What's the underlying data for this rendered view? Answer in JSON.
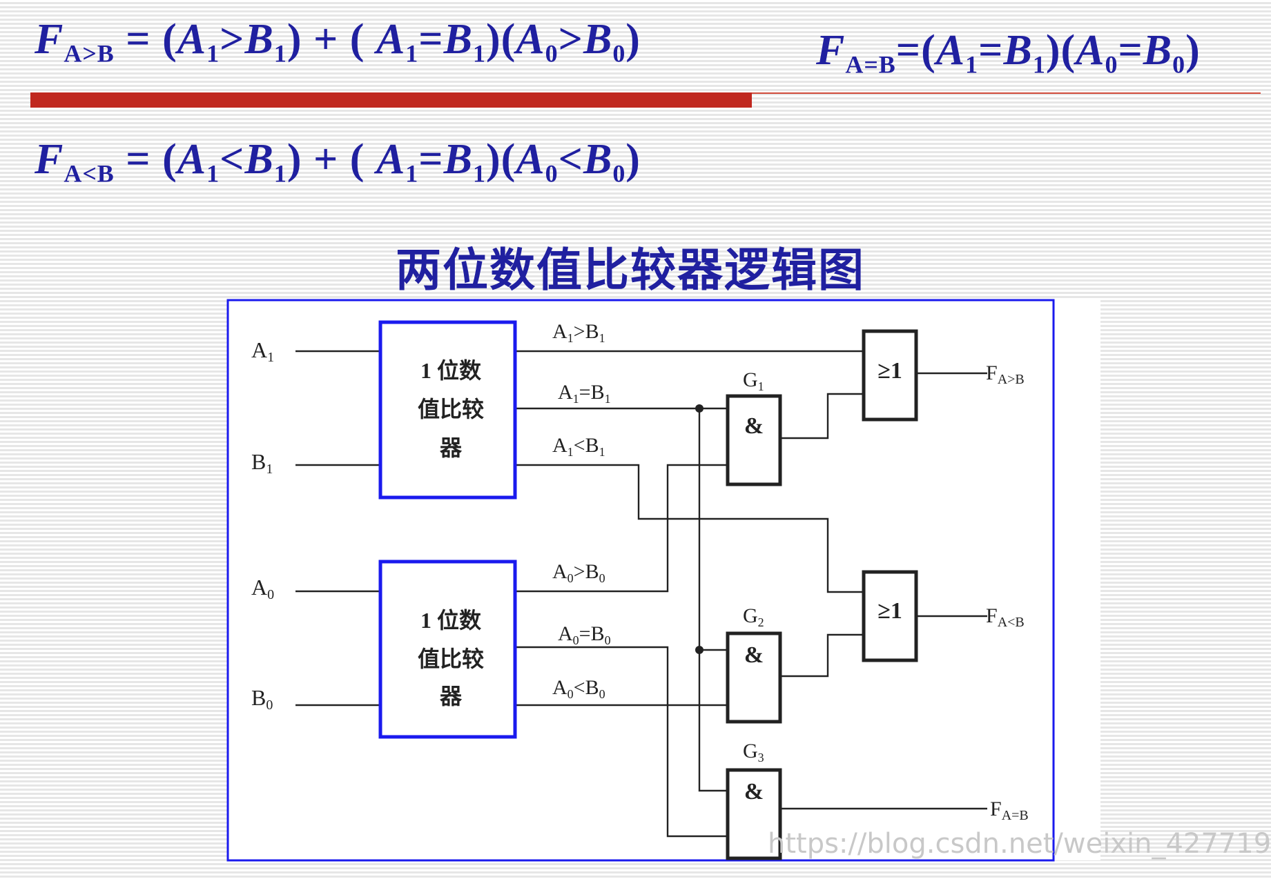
{
  "formulas": {
    "greater": {
      "f": "F",
      "sub": "A>B",
      "eq": " = (",
      "a1": "A",
      "a1s": "1",
      "op1": ">",
      "b1": "B",
      "b1s": "1",
      "mid": ") + ( ",
      "a1b": "A",
      "a1bs": "1",
      "eq1": "=",
      "b1b": "B",
      "b1bs": "1",
      "mid2": ")(",
      "a0": "A",
      "a0s": "0",
      "op0": ">",
      "b0": "B",
      "b0s": "0",
      "close": ")"
    },
    "equal": {
      "f": "F",
      "sub": "A=B",
      "eq": "=(",
      "a1": "A",
      "a1s": "1",
      "op1": "=",
      "b1": "B",
      "b1s": "1",
      "mid2": ")(",
      "a0": "A",
      "a0s": "0",
      "op0": "=",
      "b0": "B",
      "b0s": "0",
      "close": ")"
    },
    "less": {
      "f": "F",
      "sub": "A<B",
      "eq": " = (",
      "a1": "A",
      "a1s": "1",
      "op1": "<",
      "b1": "B",
      "b1s": "1",
      "mid": ") + ( ",
      "a1b": "A",
      "a1bs": "1",
      "eq1": "=",
      "b1b": "B",
      "b1bs": "1",
      "mid2": ")(",
      "a0": "A",
      "a0s": "0",
      "op0": "<",
      "b0": "B",
      "b0s": "0",
      "close": ")"
    }
  },
  "diagram_title": "两位数值比较器逻辑图",
  "colors": {
    "formula": "#2020a0",
    "accent_bar": "#c0281f",
    "box_border": "#1a1aee",
    "wire": "#222222"
  },
  "diagram": {
    "inputs": {
      "a1": {
        "main": "A",
        "sub": "1"
      },
      "b1": {
        "main": "B",
        "sub": "1"
      },
      "a0": {
        "main": "A",
        "sub": "0"
      },
      "b0": {
        "main": "B",
        "sub": "0"
      }
    },
    "comparators": [
      {
        "lines": [
          "1 位数",
          "值比较",
          "器"
        ]
      },
      {
        "lines": [
          "1 位数",
          "值比较",
          "器"
        ]
      }
    ],
    "signals": {
      "a1_gt_b1": {
        "a": "A",
        "as": "1",
        "op": ">",
        "b": "B",
        "bs": "1"
      },
      "a1_eq_b1": {
        "a": "A",
        "as": "1",
        "op": "=",
        "b": "B",
        "bs": "1"
      },
      "a1_lt_b1": {
        "a": "A",
        "as": "1",
        "op": "<",
        "b": "B",
        "bs": "1"
      },
      "a0_gt_b0": {
        "a": "A",
        "as": "0",
        "op": ">",
        "b": "B",
        "bs": "0"
      },
      "a0_eq_b0": {
        "a": "A",
        "as": "0",
        "op": "=",
        "b": "B",
        "bs": "0"
      },
      "a0_lt_b0": {
        "a": "A",
        "as": "0",
        "op": "<",
        "b": "B",
        "bs": "0"
      }
    },
    "gates": {
      "g1": {
        "name": "G",
        "sub": "1",
        "symbol": "&"
      },
      "g2": {
        "name": "G",
        "sub": "2",
        "symbol": "&"
      },
      "g3": {
        "name": "G",
        "sub": "3",
        "symbol": "&"
      },
      "or_top": {
        "symbol": "≥1"
      },
      "or_mid": {
        "symbol": "≥1"
      }
    },
    "outputs": {
      "gt": {
        "main": "F",
        "sub": "A>B"
      },
      "lt": {
        "main": "F",
        "sub": "A<B"
      },
      "eq": {
        "main": "F",
        "sub": "A=B"
      }
    }
  },
  "watermark": "https://blog.csdn.net/weixin_427719"
}
